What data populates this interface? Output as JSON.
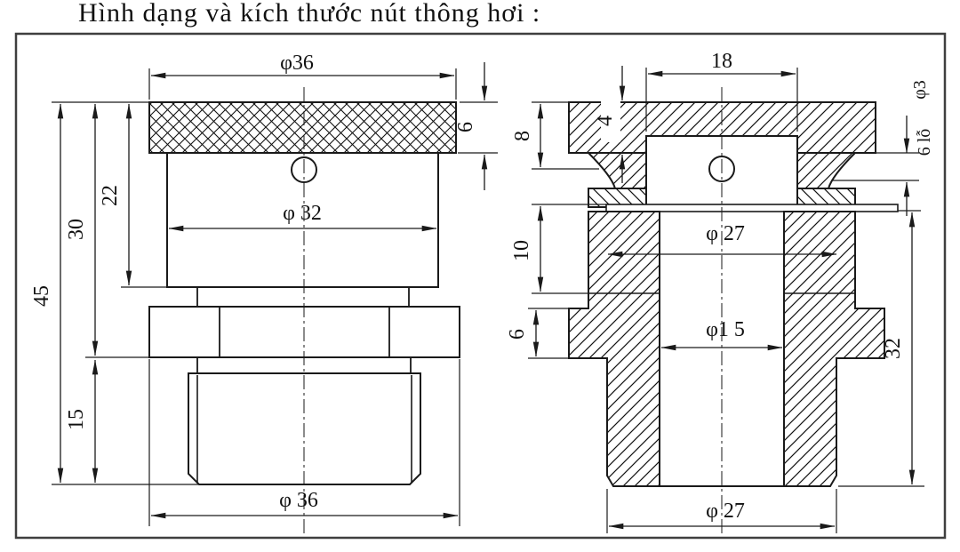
{
  "title": "Hình dạng và kích thước nút thông hơi :",
  "left_view": {
    "cap_diameter": "φ36",
    "cap_thickness": "6",
    "body_diameter": "φ 32",
    "body_height": "22",
    "upper_section_height": "30",
    "total_height": "45",
    "thread_length": "15",
    "outer_diameter": "φ 36"
  },
  "right_view": {
    "recess_width": "18",
    "recess_depth": "4",
    "cap_section_height": "8",
    "vent_hole_diameter": "φ3",
    "vent_hole_count": "6 lỗ",
    "counterbore_depth": "10",
    "counterbore_diameter": "φ 27",
    "flange_thickness": "6",
    "bore_diameter": "φ1 5",
    "body_length": "32",
    "bottom_diameter": "φ 27"
  },
  "colors": {
    "line": "#1a1a1a",
    "border": "#3f3f3f",
    "background": "#ffffff"
  }
}
